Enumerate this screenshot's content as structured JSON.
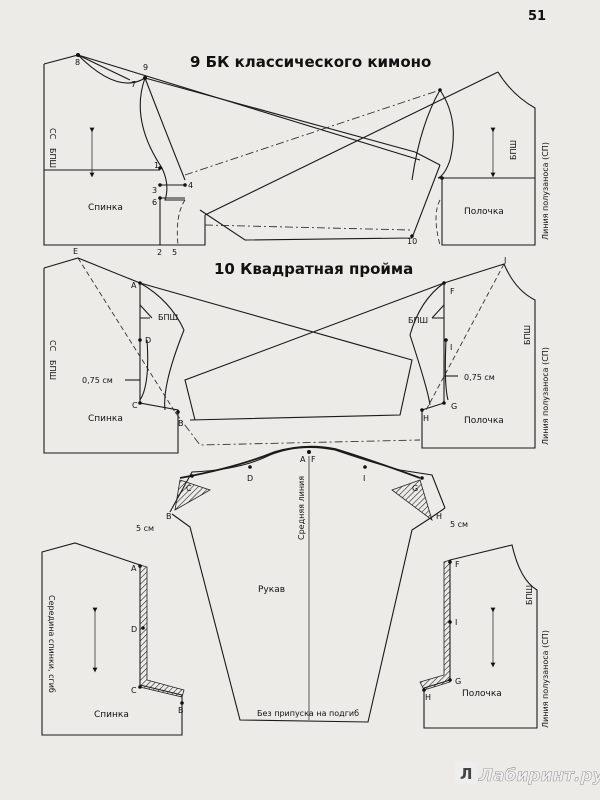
{
  "page_number": "51",
  "section9": {
    "title": "9  БК классического кимоно",
    "left": {
      "cs_label": "СС",
      "bpsh_label": "БПШ",
      "piece_label": "Спинка",
      "points": [
        "8",
        "9",
        "7",
        "1",
        "3",
        "4",
        "6",
        "2",
        "5"
      ]
    },
    "center": {
      "point": "10"
    },
    "right": {
      "bpsh_label": "БПШ",
      "line_label": "Линия полузаноса (СП)",
      "piece_label": "Полочка"
    }
  },
  "section10": {
    "title": "10  Квадратная пройма",
    "left": {
      "cs_label": "СС",
      "bpsh_side_label": "БПШ",
      "bpsh_label": "БПШ",
      "measure_label": "0,75 см",
      "piece_label": "Спинка",
      "points": [
        "E",
        "A",
        "D",
        "C",
        "B"
      ]
    },
    "right": {
      "bpsh_label": "БПШ",
      "measure_label": "0,75 см",
      "line_label": "Линия полузаноса (СП)",
      "bpsh_side_label": "БПШ",
      "piece_label": "Полочка",
      "points": [
        "J",
        "F",
        "I",
        "G",
        "H"
      ]
    }
  },
  "sleeve": {
    "center_line_label": "Средняя линия",
    "piece_label": "Рукав",
    "hem_note": "Без припуска на подгиб",
    "left_measure": "5 см",
    "right_measure": "5 см",
    "points": [
      "A",
      "F",
      "D",
      "I",
      "C",
      "G",
      "B",
      "H"
    ]
  },
  "bottom_left": {
    "side_label": "Середина спинки, сгиб",
    "piece_label": "Спинка",
    "points": [
      "A",
      "D",
      "C",
      "B"
    ]
  },
  "bottom_right": {
    "line_label": "Линия полузаноса (СП)",
    "bpsh_label": "БПШ",
    "piece_label": "Полочка",
    "points": [
      "F",
      "I",
      "G",
      "H"
    ]
  },
  "watermark": "Лабиринт.ру"
}
